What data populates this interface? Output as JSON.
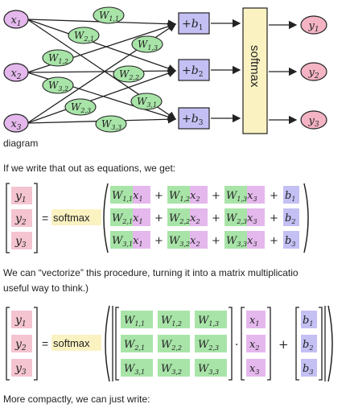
{
  "diagram": {
    "inputs": [
      "x1",
      "x2",
      "x3"
    ],
    "weights": [
      "W1,1",
      "W2,1",
      "W1,3",
      "W1,2",
      "W2,2",
      "W3,2",
      "W3,1",
      "W2,3",
      "W3,3"
    ],
    "biases": [
      "+b1",
      "+b2",
      "+b3"
    ],
    "softmax_label": "softmax",
    "outputs": [
      "y1",
      "y2",
      "y3"
    ],
    "caption": "diagram",
    "colors": {
      "input": "#e4b8ec",
      "weight": "#a8e4a8",
      "bias": "#c4c0f4",
      "softmax": "#fbf2c2",
      "output": "#f4b4c4"
    }
  },
  "text": {
    "para1": "If we write that out as equations, we get:",
    "para2_line1": "We can “vectorize” this procedure, turning it into a matrix multiplicatio",
    "para2_line2": "useful way to think.)",
    "para3": "More compactly, we can just write:"
  },
  "eq1": {
    "lhs": [
      "y1",
      "y2",
      "y3"
    ],
    "equals": "=",
    "softmax": "softmax",
    "rows": [
      [
        "W1,1 x1",
        "W1,2 x2",
        "W1,3 x3",
        "b1"
      ],
      [
        "W2,1 x1",
        "W2,2 x2",
        "W2,3 x3",
        "b2"
      ],
      [
        "W3,1 x1",
        "W3,2 x2",
        "W3,3 x3",
        "b3"
      ]
    ]
  },
  "eq2": {
    "lhs": [
      "y1",
      "y2",
      "y3"
    ],
    "equals": "=",
    "softmax": "softmax",
    "matrix": [
      [
        "W1,1",
        "W1,2",
        "W1,3"
      ],
      [
        "W2,1",
        "W2,2",
        "W2,3"
      ],
      [
        "W3,1",
        "W3,2",
        "W3,3"
      ]
    ],
    "x": [
      "x1",
      "x2",
      "x3"
    ],
    "b": [
      "b1",
      "b2",
      "b3"
    ],
    "dot": "·",
    "plus": "+"
  }
}
